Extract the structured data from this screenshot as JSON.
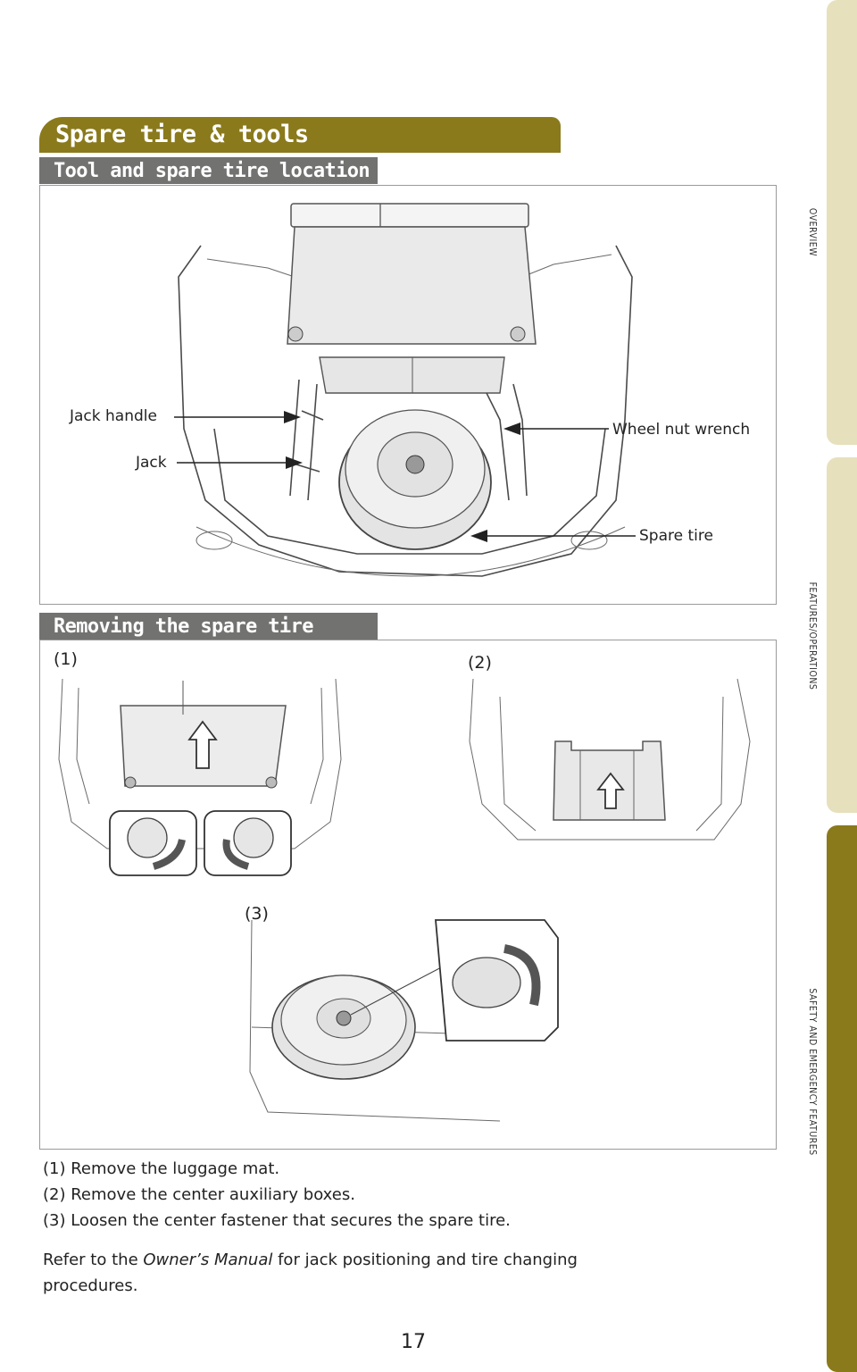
{
  "side_tabs": {
    "overview": "OVERVIEW",
    "features": "FEATURES/OPERATIONS",
    "safety": "SAFETY AND EMERGENCY FEATURES"
  },
  "title": "Spare tire & tools",
  "section1": {
    "heading": "Tool and spare tire location",
    "callouts": {
      "jack_handle": "Jack handle",
      "jack": "Jack",
      "wheel_nut_wrench": "Wheel nut wrench",
      "spare_tire": "Spare tire"
    }
  },
  "section2": {
    "heading": "Removing the spare tire",
    "step1": "(1)",
    "step2": "(2)",
    "step3": "(3)"
  },
  "instructions": {
    "line1": "(1) Remove the luggage mat.",
    "line2": "(2) Remove the center auxiliary boxes.",
    "line3": "(3) Loosen the center fastener that secures the spare tire.",
    "ref_pre": "Refer to the ",
    "ref_em": "Owner’s Manual",
    "ref_post": " for jack positioning and tire changing",
    "ref_line2": "procedures."
  },
  "page_number": "17",
  "colors": {
    "olive": "#8a7a1c",
    "tab_light": "#e7e0bd",
    "subhead_gray": "#727271"
  }
}
